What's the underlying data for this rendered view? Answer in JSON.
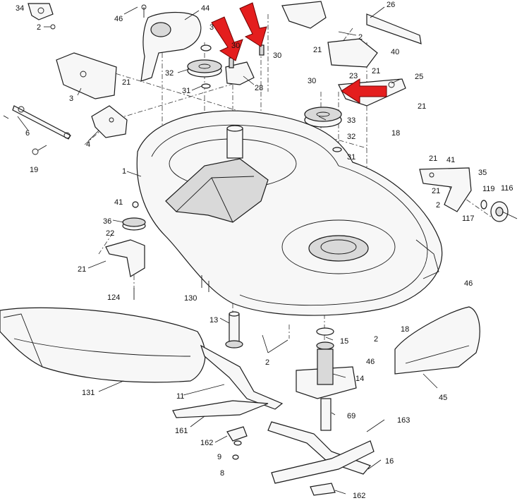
{
  "diagram": {
    "callouts": [
      {
        "id": "c-34",
        "label": "34"
      },
      {
        "id": "c-2-tl",
        "label": "2"
      },
      {
        "id": "c-46-top",
        "label": "46"
      },
      {
        "id": "c-44",
        "label": "44"
      },
      {
        "id": "c-3-mid",
        "label": "3"
      },
      {
        "id": "c-30-a",
        "label": "30"
      },
      {
        "id": "c-30-b",
        "label": "30"
      },
      {
        "id": "c-32-top",
        "label": "32"
      },
      {
        "id": "c-28",
        "label": "28"
      },
      {
        "id": "c-31-top",
        "label": "31"
      },
      {
        "id": "c-26",
        "label": "26"
      },
      {
        "id": "c-2-tr",
        "label": "2"
      },
      {
        "id": "c-21-tr1",
        "label": "21"
      },
      {
        "id": "c-40",
        "label": "40"
      },
      {
        "id": "c-23",
        "label": "23"
      },
      {
        "id": "c-21-tr2",
        "label": "21"
      },
      {
        "id": "c-25",
        "label": "25"
      },
      {
        "id": "c-30-c",
        "label": "30"
      },
      {
        "id": "c-21-tr3",
        "label": "21"
      },
      {
        "id": "c-33",
        "label": "33"
      },
      {
        "id": "c-18-top",
        "label": "18"
      },
      {
        "id": "c-32-right",
        "label": "32"
      },
      {
        "id": "c-31-right",
        "label": "31"
      },
      {
        "id": "c-3-left",
        "label": "3"
      },
      {
        "id": "c-21-left",
        "label": "21"
      },
      {
        "id": "c-6",
        "label": "6"
      },
      {
        "id": "c-4",
        "label": "4"
      },
      {
        "id": "c-19",
        "label": "19"
      },
      {
        "id": "c-1",
        "label": "1"
      },
      {
        "id": "c-21-r1",
        "label": "21"
      },
      {
        "id": "c-41-r",
        "label": "41"
      },
      {
        "id": "c-35",
        "label": "35"
      },
      {
        "id": "c-21-r2",
        "label": "21"
      },
      {
        "id": "c-119",
        "label": "119"
      },
      {
        "id": "c-116",
        "label": "116"
      },
      {
        "id": "c-2-r",
        "label": "2"
      },
      {
        "id": "c-117",
        "label": "117"
      },
      {
        "id": "c-41-l",
        "label": "41"
      },
      {
        "id": "c-36",
        "label": "36"
      },
      {
        "id": "c-22",
        "label": "22"
      },
      {
        "id": "c-21-l2",
        "label": "21"
      },
      {
        "id": "c-124",
        "label": "124"
      },
      {
        "id": "c-130",
        "label": "130"
      },
      {
        "id": "c-46-r",
        "label": "46"
      },
      {
        "id": "c-13",
        "label": "13"
      },
      {
        "id": "c-2-mid",
        "label": "2"
      },
      {
        "id": "c-18-mid",
        "label": "18"
      },
      {
        "id": "c-15",
        "label": "15"
      },
      {
        "id": "c-46-mid",
        "label": "46"
      },
      {
        "id": "c-2-low",
        "label": "2"
      },
      {
        "id": "c-14",
        "label": "14"
      },
      {
        "id": "c-131",
        "label": "131"
      },
      {
        "id": "c-11",
        "label": "11"
      },
      {
        "id": "c-45",
        "label": "45"
      },
      {
        "id": "c-69",
        "label": "69"
      },
      {
        "id": "c-161",
        "label": "161"
      },
      {
        "id": "c-163",
        "label": "163"
      },
      {
        "id": "c-162-l",
        "label": "162"
      },
      {
        "id": "c-9",
        "label": "9"
      },
      {
        "id": "c-8",
        "label": "8"
      },
      {
        "id": "c-16",
        "label": "16"
      },
      {
        "id": "c-162-b",
        "label": "162"
      }
    ],
    "colors": {
      "arrow": "#e41e1e",
      "line": "#1a1a1a",
      "part_fill": "#f7f7f7"
    }
  }
}
